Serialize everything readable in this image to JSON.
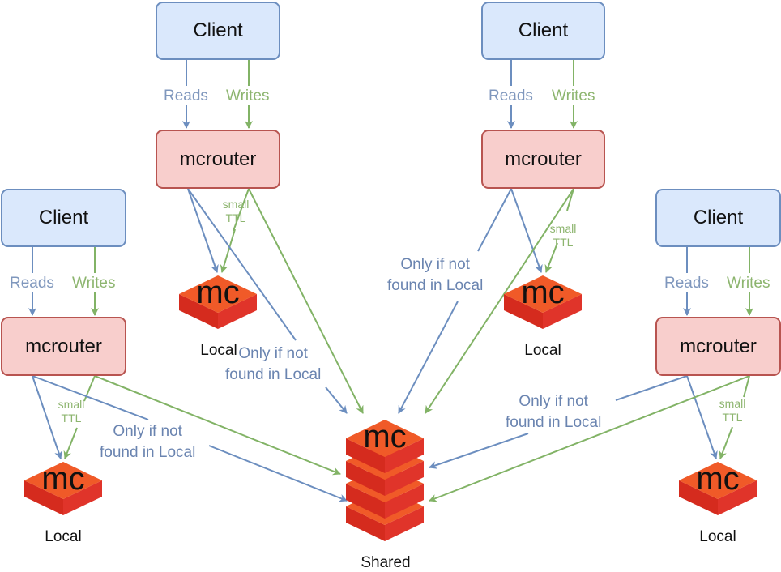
{
  "colors": {
    "read_arrow": "#6c8ebf",
    "write_arrow": "#82b366",
    "client_fill": "#dae8fc",
    "router_fill": "#f8cecc",
    "mc_top": "#f05a28",
    "mc_side": "#d52b1e"
  },
  "groups": [
    {
      "client": "Client",
      "router": "mcrouter",
      "reads": "Reads",
      "writes": "Writes",
      "ttl": [
        "small",
        "TTL"
      ],
      "store_icon": "mc",
      "store_label": "Local",
      "fallback": [
        "Only if not",
        "found in Local"
      ]
    },
    {
      "client": "Client",
      "router": "mcrouter",
      "reads": "Reads",
      "writes": "Writes",
      "ttl": [
        "small",
        "TTL"
      ],
      "store_icon": "mc",
      "store_label": "Local",
      "fallback": [
        "Only if not",
        "found in Local"
      ]
    },
    {
      "client": "Client",
      "router": "mcrouter",
      "reads": "Reads",
      "writes": "Writes",
      "ttl": [
        "small",
        "TTL"
      ],
      "store_icon": "mc",
      "store_label": "Local",
      "fallback": [
        "Only if not",
        "found in Local"
      ]
    },
    {
      "client": "Client",
      "router": "mcrouter",
      "reads": "Reads",
      "writes": "Writes",
      "ttl": [
        "small",
        "TTL"
      ],
      "store_icon": "mc",
      "store_label": "Local",
      "fallback": [
        "Only if not",
        "found in Local"
      ]
    }
  ],
  "shared": {
    "icon": "mc",
    "label": "Shared"
  }
}
